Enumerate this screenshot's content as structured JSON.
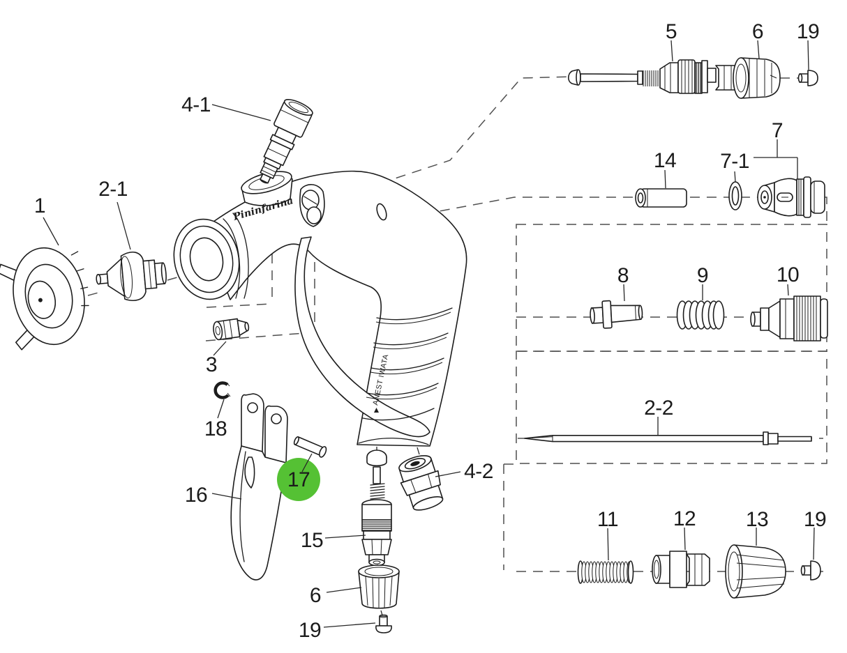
{
  "diagram": {
    "type": "exploded-parts-diagram",
    "product": "spray gun",
    "brand_text": "ANEST IWATA",
    "model_script": "Pininfarina"
  },
  "highlight": {
    "part": "17",
    "color": "#55c134"
  },
  "callouts": [
    {
      "text": "1"
    },
    {
      "text": "2-1"
    },
    {
      "text": "4-1"
    },
    {
      "text": "3"
    },
    {
      "text": "18"
    },
    {
      "text": "16"
    },
    {
      "text": "17"
    },
    {
      "text": "15"
    },
    {
      "text": "6"
    },
    {
      "text": "19"
    },
    {
      "text": "4-2"
    },
    {
      "text": "5"
    },
    {
      "text": "6"
    },
    {
      "text": "19"
    },
    {
      "text": "14"
    },
    {
      "text": "7-1"
    },
    {
      "text": "7"
    },
    {
      "text": "8"
    },
    {
      "text": "9"
    },
    {
      "text": "10"
    },
    {
      "text": "2-2"
    },
    {
      "text": "11"
    },
    {
      "text": "12"
    },
    {
      "text": "13"
    },
    {
      "text": "19"
    }
  ]
}
